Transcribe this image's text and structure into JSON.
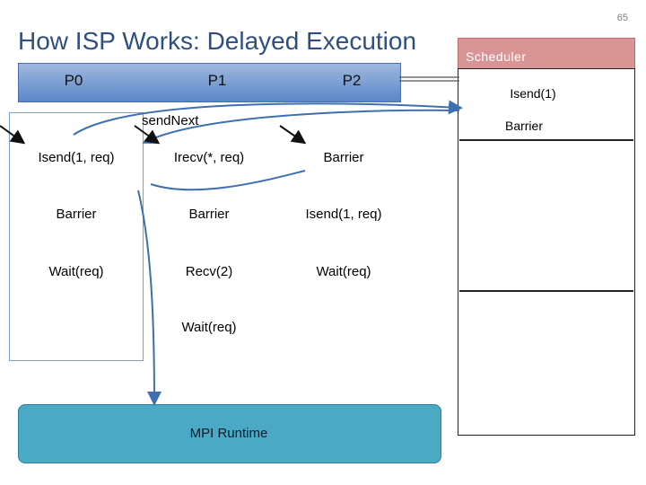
{
  "slide_number": "65",
  "title": "How ISP Works: Delayed Execution",
  "processes": [
    "P0",
    "P1",
    "P2"
  ],
  "send_next_label": "sendNext",
  "columns": {
    "p0": [
      "Isend(1, req)",
      "Barrier",
      "Wait(req)"
    ],
    "p1": [
      "Irecv(*, req)",
      "Barrier",
      "Recv(2)",
      "Wait(req)"
    ],
    "p2": [
      "Barrier",
      "Isend(1, req)",
      "Wait(req)"
    ]
  },
  "runtime_label": "MPI Runtime",
  "scheduler": {
    "title": "Scheduler",
    "items": [
      "Isend(1)",
      "Barrier"
    ]
  },
  "colors": {
    "title": "#2f4f7f",
    "process_bar": "#5b86c8",
    "runtime": "#4aaac6",
    "scheduler_header": "#d99595",
    "arrow": "#3f6faf"
  }
}
